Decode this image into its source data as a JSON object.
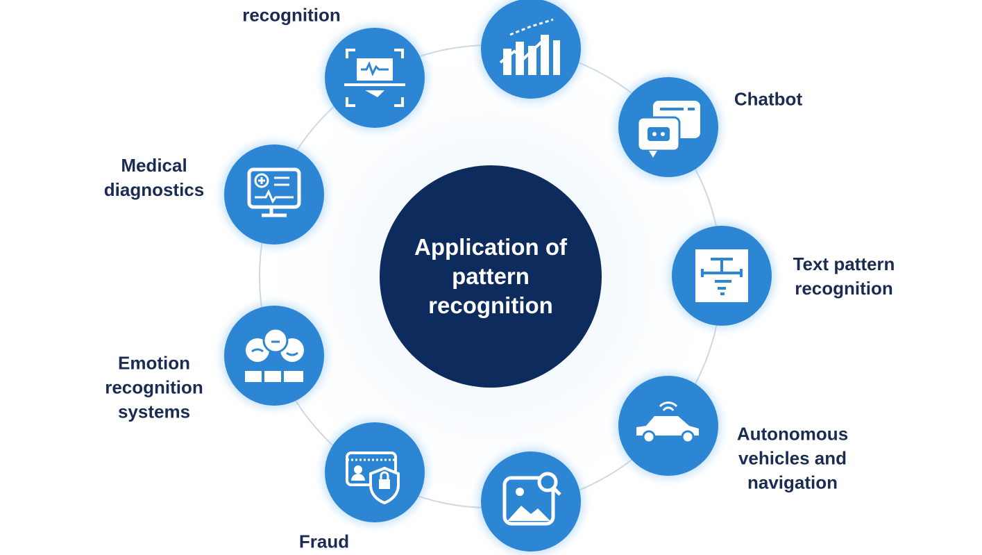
{
  "center": {
    "title": "Application of pattern recognition"
  },
  "colors": {
    "node": "#2d86d4",
    "center": "#0d2b5c",
    "text": "#1b2c52",
    "ring": "#cfd8e2"
  },
  "nodes": [
    {
      "label": "recognition",
      "icon": "voice-waveform-scan-icon"
    },
    {
      "label": "",
      "icon": "bar-chart-trend-icon"
    },
    {
      "label": "Chatbot",
      "icon": "chatbot-icon"
    },
    {
      "label": "Text pattern recognition",
      "icon": "text-pattern-icon"
    },
    {
      "label": "Autonomous vehicles and navigation",
      "icon": "connected-car-icon"
    },
    {
      "label": "",
      "icon": "image-search-icon"
    },
    {
      "label": "Fraud",
      "icon": "id-card-shield-icon"
    },
    {
      "label": "Emotion recognition systems",
      "icon": "emotion-faces-icon"
    },
    {
      "label": "Medical diagnostics",
      "icon": "medical-monitor-icon"
    }
  ]
}
